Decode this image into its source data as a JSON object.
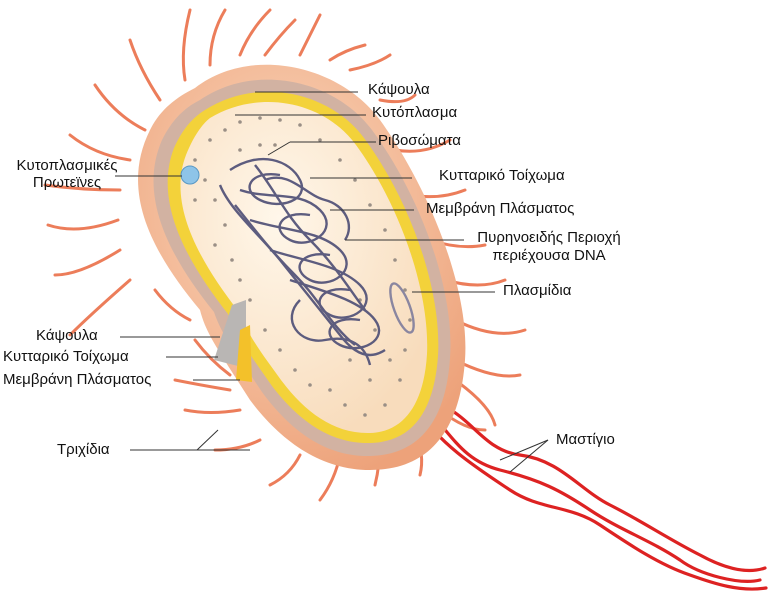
{
  "labels": {
    "capsule_top": "Κάψουλα",
    "cytoplasm": "Κυτόπλασμα",
    "ribosomes": "Ριβοσώματα",
    "cytoplasmic_proteins": "Κυτοπλασμικές\nΠρωτεϊνες",
    "cell_wall_right": "Κυτταρικό Τοίχωμα",
    "plasma_membrane_right": "Μεμβράνη Πλάσματος",
    "nucleoid": "Πυρηνοειδής Περιοχή\nπεριέχουσα DNA",
    "plasmids": "Πλασμίδια",
    "capsule_left": "Κάψουλα",
    "cell_wall_left": "Κυτταρικό Τοίχωμα",
    "plasma_membrane_left": "Μεμβράνη Πλάσματος",
    "pili": "Τριχίδια",
    "flagellum": "Μαστίγιο"
  },
  "colors": {
    "capsule": "#f2b48c",
    "cell_wall": "#c8a898",
    "membrane": "#f3d23a",
    "cytoplasm": "#fcecd2",
    "dna": "#55557a",
    "pili": "#ec7d5a",
    "flagellum": "#dd2222"
  }
}
